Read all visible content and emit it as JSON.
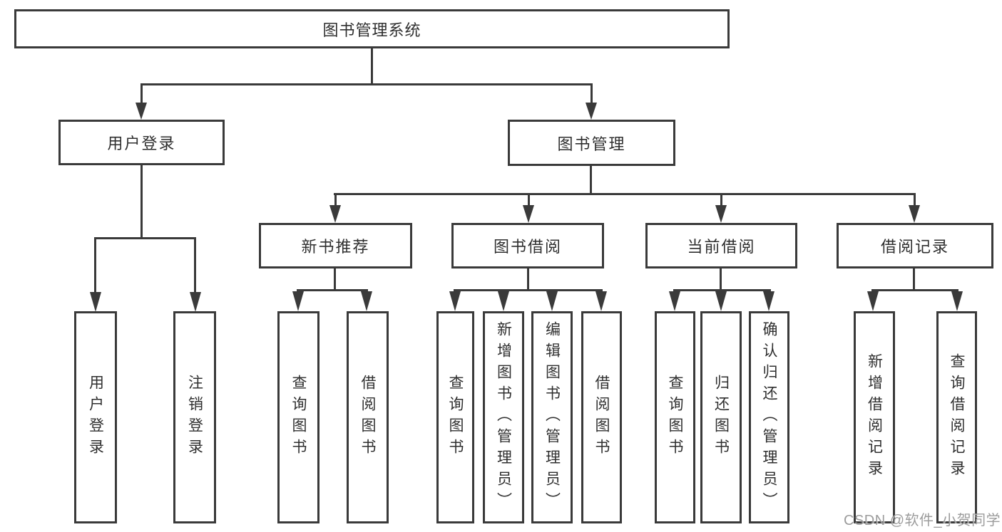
{
  "tree": {
    "label": "图书管理系统",
    "children": [
      {
        "label": "用户登录",
        "children": [
          {
            "label": "用户登录"
          },
          {
            "label": "注销登录"
          }
        ]
      },
      {
        "label": "图书管理",
        "children": [
          {
            "label": "新书推荐",
            "children": [
              {
                "label": "查询图书"
              },
              {
                "label": "借阅图书"
              }
            ]
          },
          {
            "label": "图书借阅",
            "children": [
              {
                "label": "查询图书"
              },
              {
                "label": "新增图书（管理员）"
              },
              {
                "label": "编辑图书（管理员）"
              },
              {
                "label": "借阅图书"
              }
            ]
          },
          {
            "label": "当前借阅",
            "children": [
              {
                "label": "查询图书"
              },
              {
                "label": "归还图书"
              },
              {
                "label": "确认归还（管理员）"
              }
            ]
          },
          {
            "label": "借阅记录",
            "children": [
              {
                "label": "新增借阅记录"
              },
              {
                "label": "查询借阅记录"
              }
            ]
          }
        ]
      }
    ]
  },
  "watermark": {
    "text": "CSDN @软件_小贺同学"
  },
  "colors": {
    "line": "#3a3a3a",
    "box_border": "#3a3a3a",
    "text": "#2f2f2f",
    "watermark": "#949494",
    "background": "#ffffff"
  }
}
